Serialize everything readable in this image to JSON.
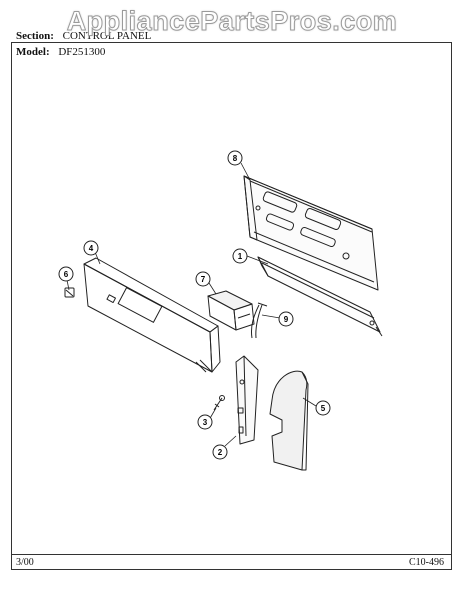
{
  "watermark": {
    "text": "AppliancePartsPros.com"
  },
  "header": {
    "section_label": "Section:",
    "section_value": "CONTROL PANEL",
    "model_label": "Model:",
    "model_value": "DF251300"
  },
  "footer": {
    "date": "3/00",
    "code": "C10-496"
  },
  "callouts": [
    {
      "id": "8",
      "label": "8"
    },
    {
      "id": "1",
      "label": "1"
    },
    {
      "id": "4",
      "label": "4"
    },
    {
      "id": "6",
      "label": "6"
    },
    {
      "id": "7",
      "label": "7"
    },
    {
      "id": "9",
      "label": "9"
    },
    {
      "id": "3",
      "label": "3"
    },
    {
      "id": "2",
      "label": "2"
    },
    {
      "id": "5",
      "label": "5"
    }
  ]
}
